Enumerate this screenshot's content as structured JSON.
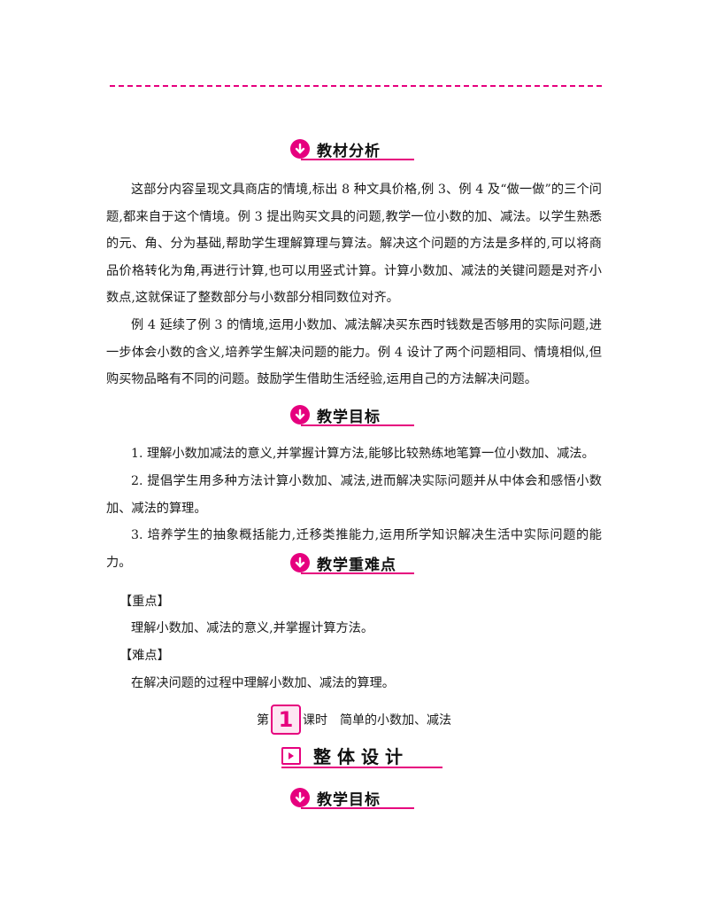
{
  "sections": {
    "analysis": "教材分析",
    "goals": "教学目标",
    "key_points": "教学重难点",
    "goals2": "教学目标"
  },
  "analysis_paragraphs": [
    "这部分内容呈现文具商店的情境,标出 8 种文具价格,例 3、例 4 及“做一做”的三个问题,都来自于这个情境。例 3 提出购买文具的问题,教学一位小数的加、减法。以学生熟悉的元、角、分为基础,帮助学生理解算理与算法。解决这个问题的方法是多样的,可以将商品价格转化为角,再进行计算,也可以用竖式计算。计算小数加、减法的关键问题是对齐小数点,这就保证了整数部分与小数部分相同数位对齐。",
    "例 4 延续了例 3 的情境,运用小数加、减法解决买东西时钱数是否够用的实际问题,进一步体会小数的含义,培养学生解决问题的能力。例 4 设计了两个问题相同、情境相似,但购买物品略有不同的问题。鼓励学生借助生活经验,运用自己的方法解决问题。"
  ],
  "goals_items": [
    "1. 理解小数加减法的意义,并掌握计算方法,能够比较熟练地笔算一位小数加、减法。",
    "2. 提倡学生用多种方法计算小数加、减法,进而解决实际问题并从中体会和感悟小数加、减法的算理。",
    "3. 培养学生的抽象概括能力,迁移类推能力,运用所学知识解决生活中实际问题的能力。"
  ],
  "key": {
    "label": "【重点】",
    "text": "理解小数加、减法的意义,并掌握计算方法。"
  },
  "difficult": {
    "label": "【难点】",
    "text": "在解决问题的过程中理解小数加、减法的算理。"
  },
  "lesson": {
    "prefix": "第",
    "number": "1",
    "suffix": "课时",
    "title": "简单的小数加、减法"
  },
  "overall_design": "整体设计",
  "accent_color": "#e6007e"
}
